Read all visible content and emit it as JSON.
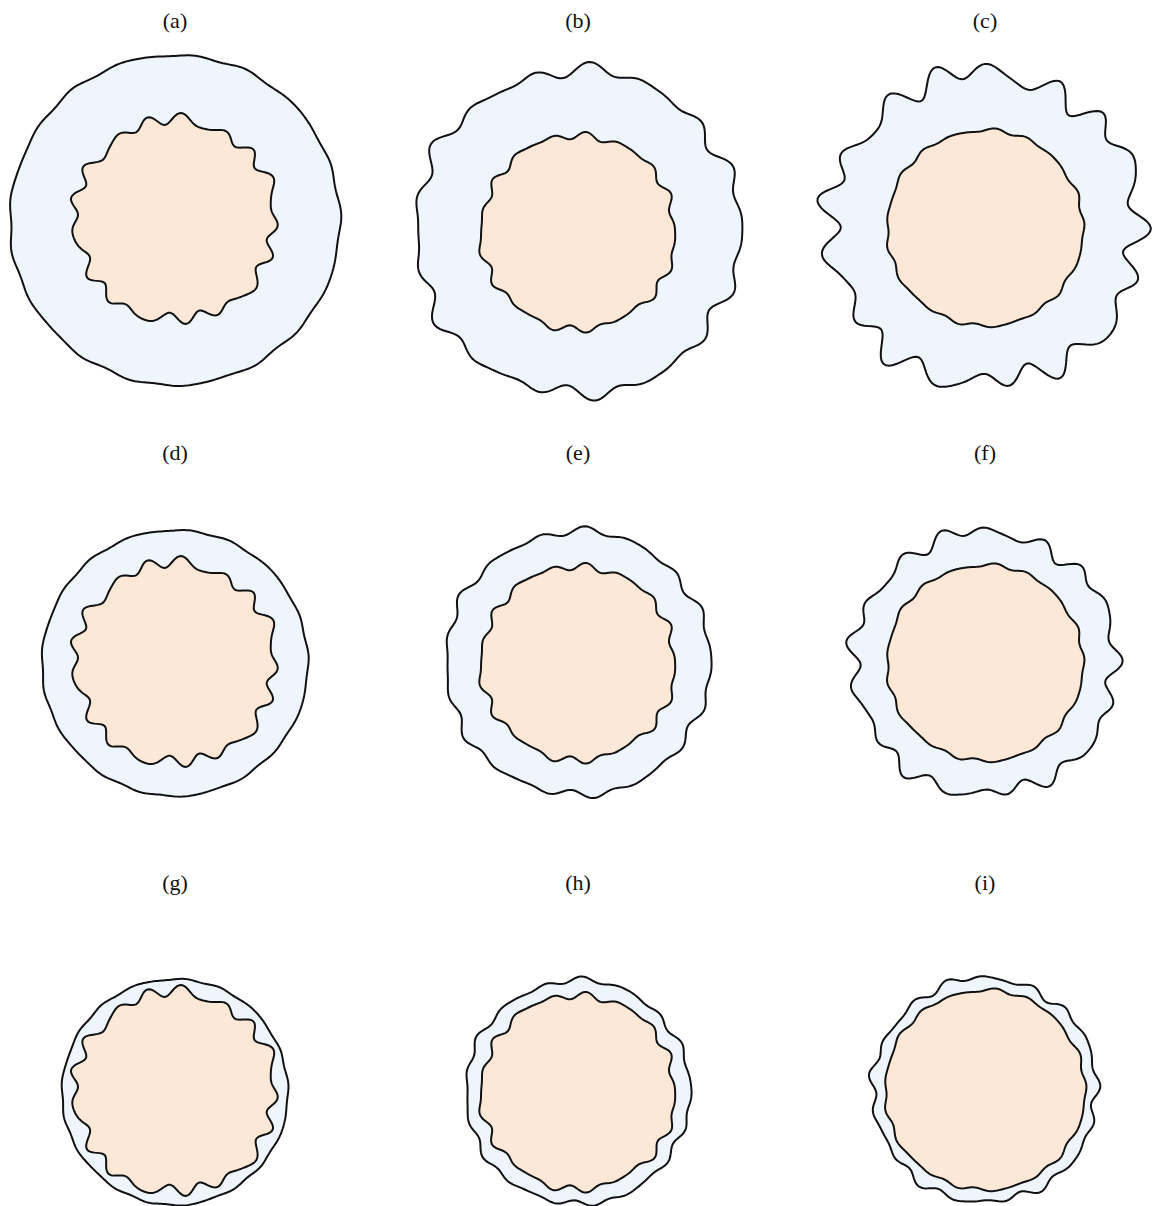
{
  "diagram": {
    "labels": [
      "(a)",
      "(b)",
      "(c)",
      "(d)",
      "(e)",
      "(f)",
      "(g)",
      "(h)",
      "(i)"
    ]
  }
}
